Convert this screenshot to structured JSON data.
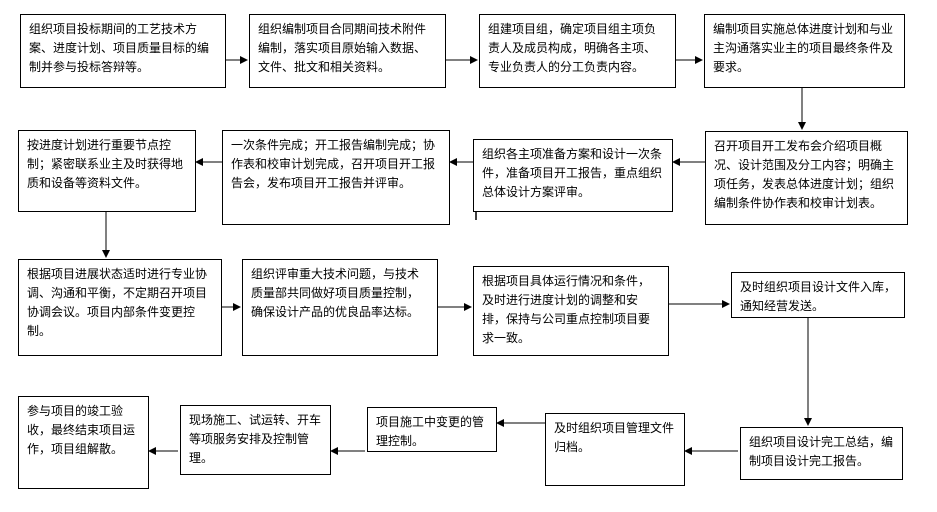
{
  "nodes": [
    {
      "id": "n1",
      "text": "组织项目投标期间的工艺技术方案、进度计划、项目质量目标的编制并参与投标答辩等。"
    },
    {
      "id": "n2",
      "text": "组织编制项目合同期间技术附件编制，落实项目原始输入数据、文件、批文和相关资料。"
    },
    {
      "id": "n3",
      "text": "组建项目组，确定项目组主项负责人及成员构成，明确各主项、专业负责人的分工负责内容。"
    },
    {
      "id": "n4",
      "text": "编制项目实施总体进度计划和与业主沟通落实业主的项目最终条件及要求。"
    },
    {
      "id": "n5",
      "text": "召开项目开工发布会介绍项目概况、设计范围及分工内容；明确主项任务，发表总体进度计划；组织编制条件协作表和校审计划表。"
    },
    {
      "id": "n6",
      "text": "组织各主项准备方案和设计一次条件，准备项目开工报告，重点组织总体设计方案评审。"
    },
    {
      "id": "n7",
      "text": "一次条件完成；开工报告编制完成；协作表和校审计划完成，召开项目开工报告会，发布项目开工报告并评审。"
    },
    {
      "id": "n8",
      "text": "按进度计划进行重要节点控制；紧密联系业主及时获得地质和设备等资料文件。"
    },
    {
      "id": "n9",
      "text": "根据项目进展状态适时进行专业协调、沟通和平衡，不定期召开项目协调会议。项目内部条件变更控制。"
    },
    {
      "id": "n10",
      "text": "组织评审重大技术问题，与技术质量部共同做好项目质量控制，确保设计产品的优良品率达标。"
    },
    {
      "id": "n11",
      "text": "根据项目具体运行情况和条件，及时进行进度计划的调整和安排，保持与公司重点控制项目要求一致。"
    },
    {
      "id": "n12",
      "text": "及时组织项目设计文件入库，通知经营发送。"
    },
    {
      "id": "n13",
      "text": "组织项目设计完工总结，编制项目设计完工报告。"
    },
    {
      "id": "n14",
      "text": "及时组织项目管理文件归档。"
    },
    {
      "id": "n15",
      "text": "项目施工中变更的管理控制。"
    },
    {
      "id": "n16",
      "text": "现场施工、试运转、开车等项服务安排及控制管理。"
    },
    {
      "id": "n17",
      "text": "参与项目的竣工验收，最终结束项目运作，项目组解散。"
    }
  ],
  "edges": [
    {
      "from": "n1",
      "to": "n2"
    },
    {
      "from": "n2",
      "to": "n3"
    },
    {
      "from": "n3",
      "to": "n4"
    },
    {
      "from": "n4",
      "to": "n5"
    },
    {
      "from": "n5",
      "to": "n6"
    },
    {
      "from": "n6",
      "to": "n7"
    },
    {
      "from": "n7",
      "to": "n8"
    },
    {
      "from": "n8",
      "to": "n9"
    },
    {
      "from": "n9",
      "to": "n10"
    },
    {
      "from": "n10",
      "to": "n11"
    },
    {
      "from": "n11",
      "to": "n12"
    },
    {
      "from": "n12",
      "to": "n13"
    },
    {
      "from": "n13",
      "to": "n14"
    },
    {
      "from": "n14",
      "to": "n15"
    },
    {
      "from": "n15",
      "to": "n16"
    },
    {
      "from": "n16",
      "to": "n17"
    }
  ]
}
